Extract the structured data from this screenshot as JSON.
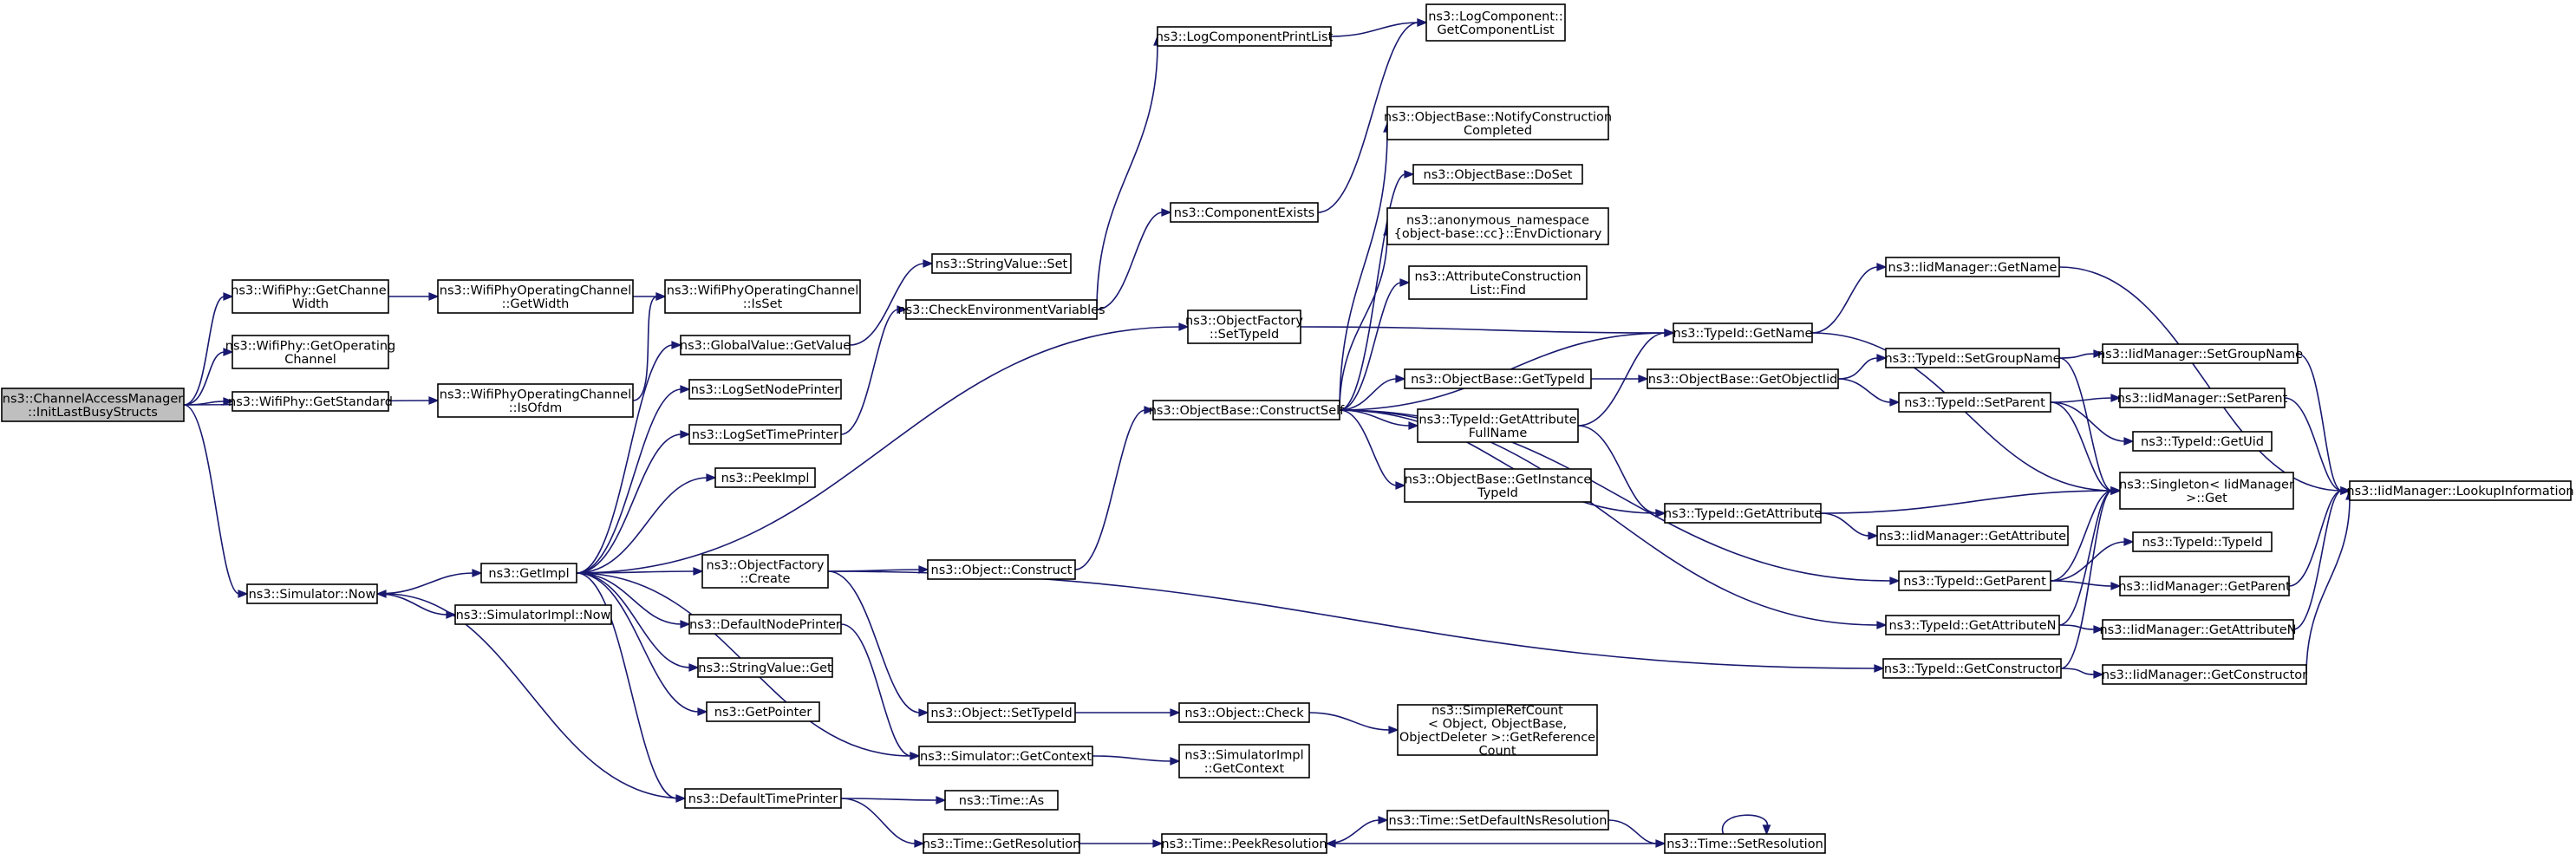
{
  "graph": {
    "nodes": [
      {
        "id": "init",
        "lines": [
          "ns3::ChannelAccessManager",
          "::InitLastBusyStructs"
        ]
      },
      {
        "id": "wp_getchw",
        "lines": [
          "ns3::WifiPhy::GetChannel",
          "Width"
        ]
      },
      {
        "id": "wp_getopch",
        "lines": [
          "ns3::WifiPhy::GetOperating",
          "Channel"
        ]
      },
      {
        "id": "wp_getstd",
        "lines": [
          "ns3::WifiPhy::GetStandard"
        ]
      },
      {
        "id": "sim_now",
        "lines": [
          "ns3::Simulator::Now"
        ]
      },
      {
        "id": "woc_getwidth",
        "lines": [
          "ns3::WifiPhyOperatingChannel",
          "::GetWidth"
        ]
      },
      {
        "id": "woc_isofdm",
        "lines": [
          "ns3::WifiPhyOperatingChannel",
          "::IsOfdm"
        ]
      },
      {
        "id": "woc_isset",
        "lines": [
          "ns3::WifiPhyOperatingChannel",
          "::IsSet"
        ]
      },
      {
        "id": "getimpl",
        "lines": [
          "ns3::GetImpl"
        ]
      },
      {
        "id": "simimpl_now",
        "lines": [
          "ns3::SimulatorImpl::Now"
        ]
      },
      {
        "id": "gv_getvalue",
        "lines": [
          "ns3::GlobalValue::GetValue"
        ]
      },
      {
        "id": "logsetnode",
        "lines": [
          "ns3::LogSetNodePrinter"
        ]
      },
      {
        "id": "logsettime",
        "lines": [
          "ns3::LogSetTimePrinter"
        ]
      },
      {
        "id": "peekimpl",
        "lines": [
          "ns3::PeekImpl"
        ]
      },
      {
        "id": "of_create",
        "lines": [
          "ns3::ObjectFactory",
          "::Create"
        ]
      },
      {
        "id": "defnodeprinter",
        "lines": [
          "ns3::DefaultNodePrinter"
        ]
      },
      {
        "id": "sv_get",
        "lines": [
          "ns3::StringValue::Get"
        ]
      },
      {
        "id": "getpointer",
        "lines": [
          "ns3::GetPointer"
        ]
      },
      {
        "id": "deftimeprinter",
        "lines": [
          "ns3::DefaultTimePrinter"
        ]
      },
      {
        "id": "sv_set",
        "lines": [
          "ns3::StringValue::Set"
        ]
      },
      {
        "id": "checkenv",
        "lines": [
          "ns3::CheckEnvironmentVariables"
        ]
      },
      {
        "id": "obj_construct",
        "lines": [
          "ns3::Object::Construct"
        ]
      },
      {
        "id": "obj_settypeid",
        "lines": [
          "ns3::Object::SetTypeId"
        ]
      },
      {
        "id": "sim_getcontext",
        "lines": [
          "ns3::Simulator::GetContext"
        ]
      },
      {
        "id": "time_as",
        "lines": [
          "ns3::Time::As"
        ]
      },
      {
        "id": "time_getres",
        "lines": [
          "ns3::Time::GetResolution"
        ]
      },
      {
        "id": "logcompprintlist",
        "lines": [
          "ns3::LogComponentPrintList"
        ]
      },
      {
        "id": "compexists",
        "lines": [
          "ns3::ComponentExists"
        ]
      },
      {
        "id": "of_settypeid",
        "lines": [
          "ns3::ObjectFactory",
          "::SetTypeId"
        ]
      },
      {
        "id": "ob_constructself",
        "lines": [
          "ns3::ObjectBase::ConstructSelf"
        ]
      },
      {
        "id": "obj_check",
        "lines": [
          "ns3::Object::Check"
        ]
      },
      {
        "id": "simimpl_getcontext",
        "lines": [
          "ns3::SimulatorImpl",
          "::GetContext"
        ]
      },
      {
        "id": "time_peekres",
        "lines": [
          "ns3::Time::PeekResolution"
        ]
      },
      {
        "id": "logcomp_getlist",
        "lines": [
          "ns3::LogComponent::",
          "GetComponentList"
        ]
      },
      {
        "id": "ob_notify",
        "lines": [
          "ns3::ObjectBase::NotifyConstruction",
          "Completed"
        ]
      },
      {
        "id": "ob_doset",
        "lines": [
          "ns3::ObjectBase::DoSet"
        ]
      },
      {
        "id": "anon_envdict",
        "lines": [
          "ns3::anonymous_namespace",
          "{object-base::cc}::EnvDictionary"
        ]
      },
      {
        "id": "attrconst_find",
        "lines": [
          "ns3::AttributeConstruction",
          "List::Find"
        ]
      },
      {
        "id": "ob_gettypeid",
        "lines": [
          "ns3::ObjectBase::GetTypeId"
        ]
      },
      {
        "id": "tid_getattrfull",
        "lines": [
          "ns3::TypeId::GetAttribute",
          "FullName"
        ]
      },
      {
        "id": "ob_getinstance",
        "lines": [
          "ns3::ObjectBase::GetInstance",
          "TypeId"
        ]
      },
      {
        "id": "src_getrefcount",
        "lines": [
          "ns3::SimpleRefCount",
          "< Object, ObjectBase,",
          "ObjectDeleter >::GetReference",
          "Count"
        ]
      },
      {
        "id": "time_setdefns",
        "lines": [
          "ns3::Time::SetDefaultNsResolution"
        ]
      },
      {
        "id": "tid_getname",
        "lines": [
          "ns3::TypeId::GetName"
        ]
      },
      {
        "id": "ob_getobjectiid",
        "lines": [
          "ns3::ObjectBase::GetObjectIid"
        ]
      },
      {
        "id": "tid_getattribute",
        "lines": [
          "ns3::TypeId::GetAttribute"
        ]
      },
      {
        "id": "tid_getparent",
        "lines": [
          "ns3::TypeId::GetParent"
        ]
      },
      {
        "id": "tid_getattributen",
        "lines": [
          "ns3::TypeId::GetAttributeN"
        ]
      },
      {
        "id": "tid_getconstructor",
        "lines": [
          "ns3::TypeId::GetConstructor"
        ]
      },
      {
        "id": "time_setres",
        "lines": [
          "ns3::Time::SetResolution"
        ]
      },
      {
        "id": "iid_getname",
        "lines": [
          "ns3::IidManager::GetName"
        ]
      },
      {
        "id": "tid_setgroupname",
        "lines": [
          "ns3::TypeId::SetGroupName"
        ]
      },
      {
        "id": "tid_setparent",
        "lines": [
          "ns3::TypeId::SetParent"
        ]
      },
      {
        "id": "singleton_get",
        "lines": [
          "ns3::Singleton< IidManager",
          ">::Get"
        ]
      },
      {
        "id": "iid_getattribute",
        "lines": [
          "ns3::IidManager::GetAttribute"
        ]
      },
      {
        "id": "iid_getattributen",
        "lines": [
          "ns3::IidManager::GetAttributeN"
        ]
      },
      {
        "id": "iid_getconstructor",
        "lines": [
          "ns3::IidManager::GetConstructor"
        ]
      },
      {
        "id": "iid_setgroupname",
        "lines": [
          "ns3::IidManager::SetGroupName"
        ]
      },
      {
        "id": "iid_setparent",
        "lines": [
          "ns3::IidManager::SetParent"
        ]
      },
      {
        "id": "tid_getuid",
        "lines": [
          "ns3::TypeId::GetUid"
        ]
      },
      {
        "id": "tid_typeid",
        "lines": [
          "ns3::TypeId::TypeId"
        ]
      },
      {
        "id": "iid_getparent",
        "lines": [
          "ns3::IidManager::GetParent"
        ]
      },
      {
        "id": "iid_lookup",
        "lines": [
          "ns3::IidManager::LookupInformation"
        ]
      }
    ]
  }
}
